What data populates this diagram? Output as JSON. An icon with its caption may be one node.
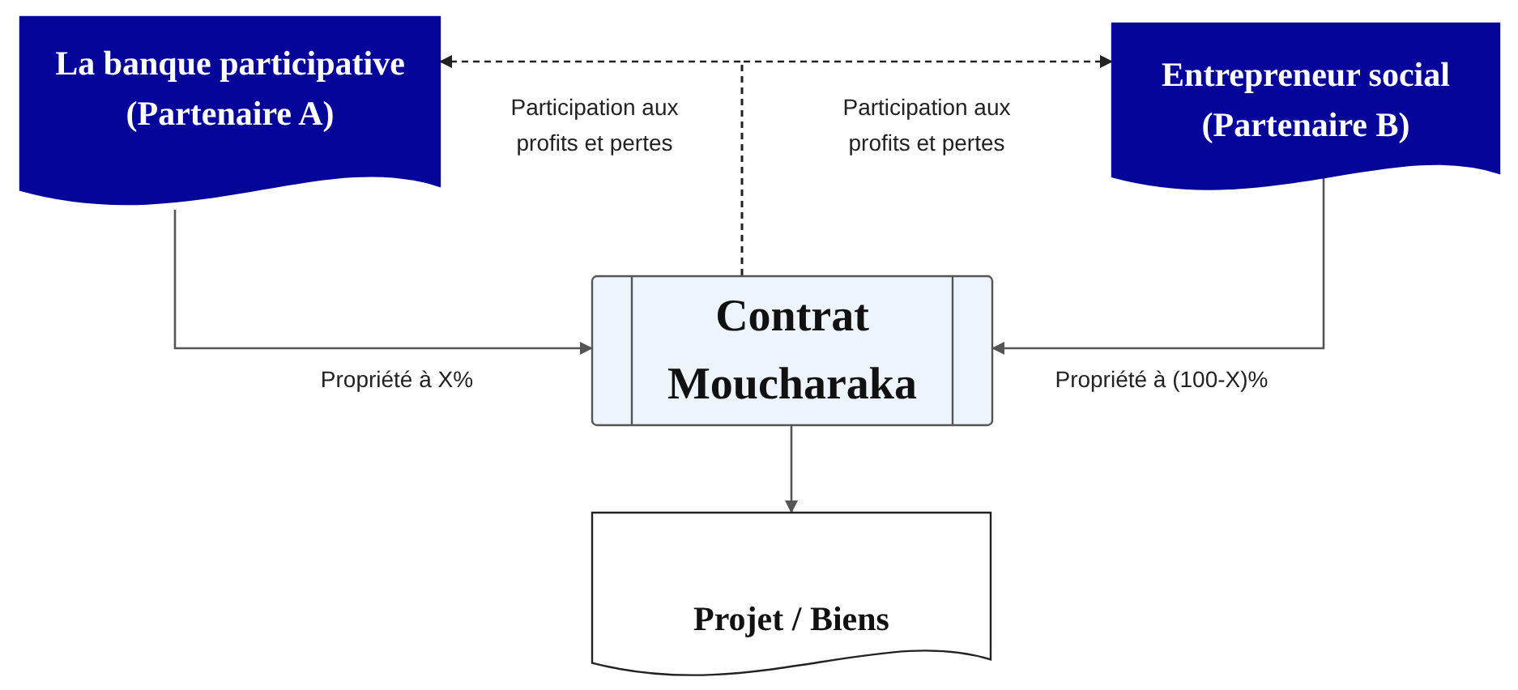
{
  "diagram": {
    "nodes": [
      {
        "text": [
          "La banque participative (Partenaire A)"
        ]
      },
      {
        "text": [
          "Entrepreneur social (Partenaire B)"
        ]
      },
      {
        "text": [
          "Contrat Moucharaka"
        ]
      },
      {
        "text": [
          "Projet / Biens"
        ]
      }
    ],
    "edges": [
      {
        "from": 2,
        "to": 0,
        "arrow": "to",
        "style": "dashed",
        "color": "#222222",
        "label": "Participation aux profits et pertes"
      },
      {
        "from": 2,
        "to": 1,
        "arrow": "to",
        "style": "dashed",
        "color": "#222222",
        "label": "Participation aux profits et pertes"
      },
      {
        "from": 0,
        "to": 2,
        "arrow": "to",
        "label": "Propriété à X%"
      },
      {
        "from": 1,
        "to": 2,
        "arrow": "to",
        "label": "Propriété à (100-X)%"
      },
      {
        "from": 2,
        "to": 3,
        "arrow": "to"
      }
    ]
  }
}
